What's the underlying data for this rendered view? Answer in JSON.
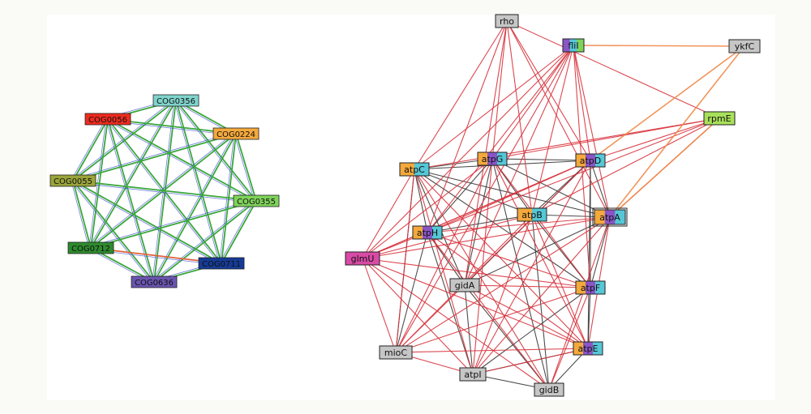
{
  "cog_network": {
    "nodes": [
      {
        "id": "COG0356",
        "label": "COG0356",
        "fill": "#7fd4cc"
      },
      {
        "id": "COG0056",
        "label": "COG0056",
        "fill": "#ee2b1f"
      },
      {
        "id": "COG0224",
        "label": "COG0224",
        "fill": "#f4a93c"
      },
      {
        "id": "COG0055",
        "label": "COG0055",
        "fill": "#9aa43a"
      },
      {
        "id": "COG0355",
        "label": "COG0355",
        "fill": "#7fd35a"
      },
      {
        "id": "COG0712",
        "label": "COG0712",
        "fill": "#2e8b2e"
      },
      {
        "id": "COG0711",
        "label": "COG0711",
        "fill": "#153b96"
      },
      {
        "id": "COG0636",
        "label": "COG0636",
        "fill": "#6a55b0"
      }
    ]
  },
  "gene_network": {
    "nodes": [
      {
        "id": "rho",
        "label": "rho",
        "fills": [
          "#c6c6c6"
        ]
      },
      {
        "id": "fliI",
        "label": "fliI",
        "fills": [
          "#8a55c6",
          "#55c7d6",
          "#7fd35a"
        ]
      },
      {
        "id": "ykfC",
        "label": "ykfC",
        "fills": [
          "#c6c6c6"
        ]
      },
      {
        "id": "rpmE",
        "label": "rpmE",
        "fills": [
          "#a8e05a"
        ]
      },
      {
        "id": "atpC",
        "label": "atpC",
        "fills": [
          "#f4a93c",
          "#55c7d6"
        ]
      },
      {
        "id": "atpG",
        "label": "atpG",
        "fills": [
          "#f4a93c",
          "#8a55c6",
          "#55c7d6"
        ]
      },
      {
        "id": "atpD",
        "label": "atpD",
        "fills": [
          "#f4a93c",
          "#8a55c6",
          "#55c7d6"
        ]
      },
      {
        "id": "atpB",
        "label": "atpB",
        "fills": [
          "#f4a93c",
          "#55c7d6"
        ]
      },
      {
        "id": "atpA",
        "label": "atpA",
        "fills": [
          "#f4a93c",
          "#8a55c6",
          "#55c7d6"
        ]
      },
      {
        "id": "atpH",
        "label": "atpH",
        "fills": [
          "#f4a93c",
          "#8a55c6",
          "#55c7d6"
        ]
      },
      {
        "id": "glmU",
        "label": "glmU",
        "fills": [
          "#d84aa6"
        ]
      },
      {
        "id": "gidA",
        "label": "gidA",
        "fills": [
          "#c6c6c6"
        ]
      },
      {
        "id": "atpF",
        "label": "atpF",
        "fills": [
          "#f4a93c",
          "#8a55c6",
          "#55c7d6"
        ]
      },
      {
        "id": "mioC",
        "label": "mioC",
        "fills": [
          "#c6c6c6"
        ]
      },
      {
        "id": "atpE",
        "label": "atpE",
        "fills": [
          "#f4a93c",
          "#8a55c6",
          "#55c7d6"
        ]
      },
      {
        "id": "atpI",
        "label": "atpI",
        "fills": [
          "#c6c6c6"
        ]
      },
      {
        "id": "gidB",
        "label": "gidB",
        "fills": [
          "#c6c6c6"
        ]
      }
    ],
    "edge_colors": {
      "red": "#d8323c",
      "black": "#3a3a3a",
      "orange": "#f08a4a"
    }
  }
}
